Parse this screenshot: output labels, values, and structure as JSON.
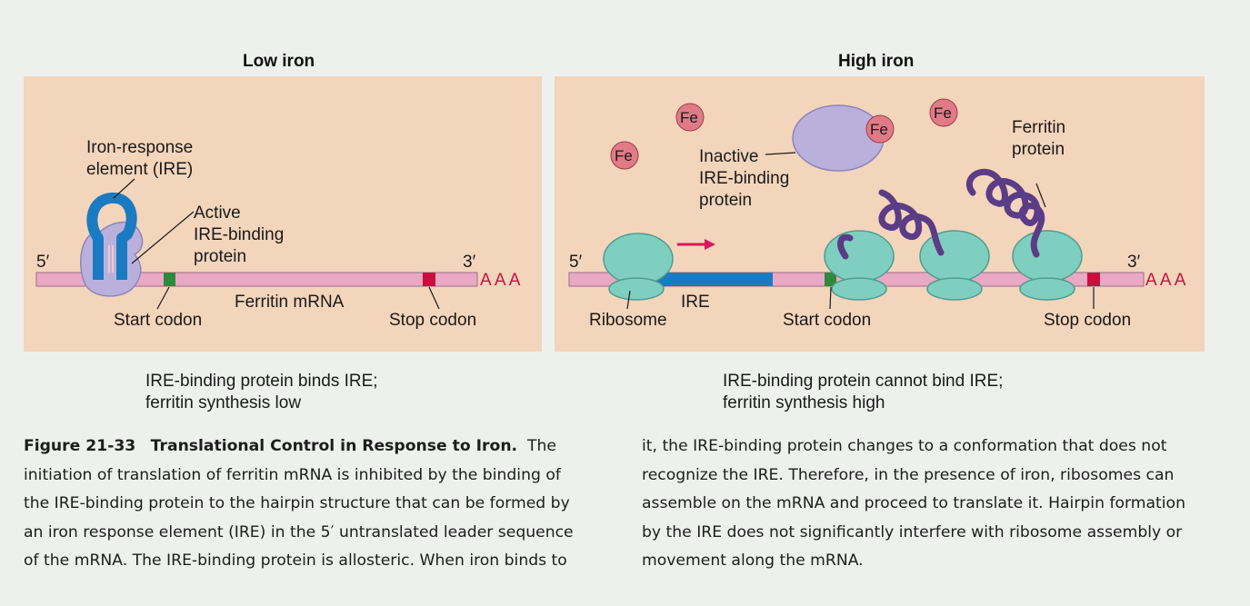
{
  "low_iron": {
    "title": "Low iron",
    "labels": {
      "ire": [
        "Iron-response",
        "element (IRE)"
      ],
      "active_protein": [
        "Active",
        "IRE-binding",
        "protein"
      ],
      "five_prime": "5′",
      "three_prime": "3′",
      "poly_a": "A A A",
      "mrna": "Ferritin mRNA",
      "start_codon": "Start codon",
      "stop_codon": "Stop codon"
    },
    "caption": [
      "IRE-binding protein binds IRE;",
      "ferritin synthesis low"
    ]
  },
  "high_iron": {
    "title": "High iron",
    "labels": {
      "fe": "Fe",
      "inactive_protein": [
        "Inactive",
        "IRE-binding",
        "protein"
      ],
      "ferritin_protein": [
        "Ferritin",
        "protein"
      ],
      "five_prime": "5′",
      "three_prime": "3′",
      "poly_a": "A A A",
      "ribosome": "Ribosome",
      "ire": "IRE",
      "start_codon": "Start codon",
      "stop_codon": "Stop codon"
    },
    "caption": [
      "IRE-binding protein cannot bind IRE;",
      "ferritin synthesis high"
    ]
  },
  "figure_caption": {
    "number": "Figure 21-33",
    "title": "Translational Control in Response to Iron.",
    "left_lines": [
      "The",
      "initiation of translation of ferritin mRNA is inhibited by the binding of",
      "the IRE-binding protein to the hairpin structure that can be formed by",
      "an iron response element (IRE) in the 5′ untranslated leader sequence",
      "of the mRNA. The IRE-binding protein is allosteric. When iron binds to"
    ],
    "right_lines": [
      "it, the IRE-binding protein changes to a conformation that does not",
      "recognize the IRE. Therefore, in the presence of iron, ribosomes can",
      "assemble on the mRNA and proceed to translate it. Hairpin formation",
      "by the IRE does not significantly interfere with ribosome assembly or",
      "movement along the mRNA."
    ]
  },
  "colors": {
    "panel_bg": "#f3d5bb",
    "mrna": "#e9a9c4",
    "ire_blue": "#1b7bc2",
    "ire_protein": "#b9b1dc",
    "ribosome": "#7fcfc0",
    "ferritin_chain": "#5b3c86",
    "fe_ion": "#e07b86",
    "start_codon": "#2f8a3d",
    "stop_codon": "#c8103e",
    "arrow": "#d8175e"
  }
}
